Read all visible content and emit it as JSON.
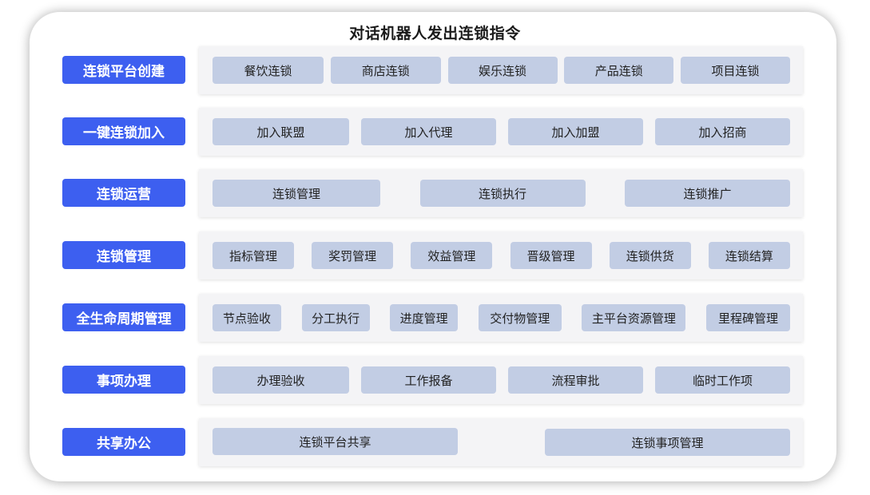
{
  "title": "对话机器人发出连锁指令",
  "rows": [
    {
      "label": "连锁平台创建",
      "items": [
        "餐饮连锁",
        "商店连锁",
        "娱乐连锁",
        "产品连锁",
        "项目连锁"
      ]
    },
    {
      "label": "一键连锁加入",
      "items": [
        "加入联盟",
        "加入代理",
        "加入加盟",
        "加入招商"
      ]
    },
    {
      "label": "连锁运营",
      "items": [
        "连锁管理",
        "连锁执行",
        "连锁推广"
      ]
    },
    {
      "label": "连锁管理",
      "items": [
        "指标管理",
        "奖罚管理",
        "效益管理",
        "晋级管理",
        "连锁供货",
        "连锁结算"
      ]
    },
    {
      "label": "全生命周期管理",
      "items": [
        "节点验收",
        "分工执行",
        "进度管理",
        "交付物管理",
        "主平台资源管理",
        "里程碑管理"
      ]
    },
    {
      "label": "事项办理",
      "items": [
        "办理验收",
        "工作报备",
        "流程审批",
        "临时工作项"
      ]
    },
    {
      "label": "共享办公",
      "items": [
        "连锁平台共享",
        "连锁事项管理"
      ]
    }
  ],
  "colors": {
    "label_bg": "#3d5ff0",
    "chip_bg": "#c2cde4",
    "panel_bg": "#f4f4f6"
  }
}
